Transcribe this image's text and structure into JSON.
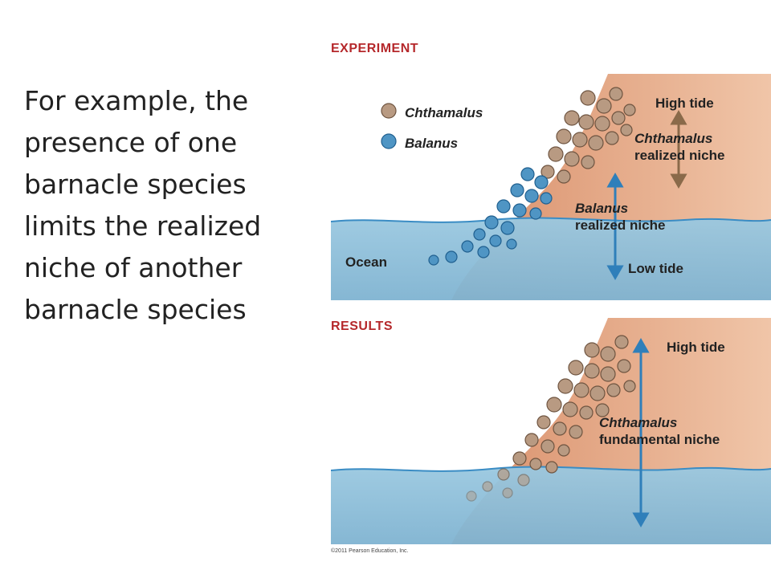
{
  "slide_text": [
    "For example, the",
    "presence of one",
    "barnacle species",
    "limits the realized",
    "niche of another",
    "barnacle species"
  ],
  "experiment": {
    "heading": "EXPERIMENT",
    "legend": [
      {
        "name": "Chthamalus",
        "icon": "brown-barnacle-icon"
      },
      {
        "name": "Balanus",
        "icon": "blue-barnacle-icon"
      }
    ],
    "high_tide": "High tide",
    "low_tide": "Low tide",
    "ocean": "Ocean",
    "chthamalus_niche": {
      "species": "Chthamalus",
      "label": "realized niche"
    },
    "balanus_niche": {
      "species": "Balanus",
      "label": "realized niche"
    }
  },
  "results": {
    "heading": "RESULTS",
    "high_tide": "High tide",
    "chthamalus_niche": {
      "species": "Chthamalus",
      "label": "fundamental niche"
    }
  },
  "copyright": "©2011 Pearson Education, Inc.",
  "colors": {
    "heading": "#b5282b",
    "rock": "#e3a582",
    "ocean": "#8fbfd8",
    "chthamalus": "#b89a82",
    "balanus": "#4f95c4",
    "arrow_blue": "#2f7fba",
    "arrow_brown": "#8a6a4a"
  }
}
